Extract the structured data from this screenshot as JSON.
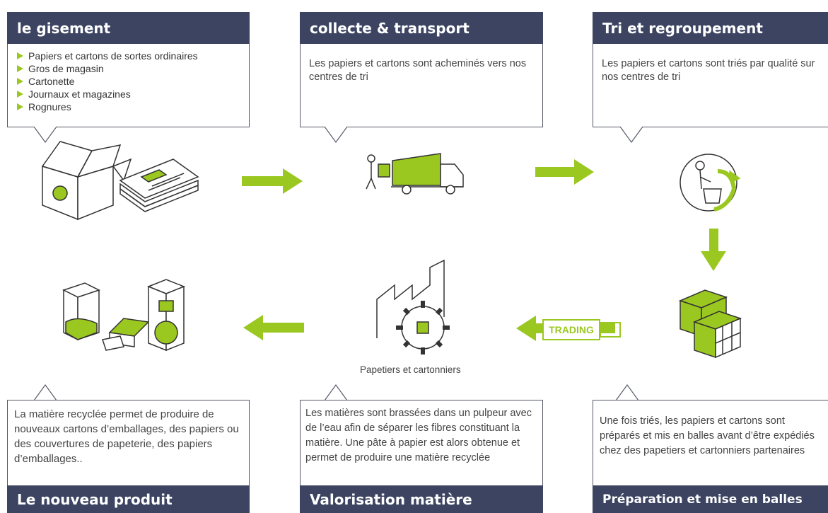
{
  "steps": {
    "gisement": {
      "title": "le gisement",
      "items": [
        "Papiers et cartons de sortes ordinaires",
        "Gros de magasin",
        "Cartonette",
        "Journaux et magazines",
        "Rognures"
      ]
    },
    "collecte": {
      "title": "collecte & transport",
      "description": "Les papiers et cartons sont acheminés vers nos centres de tri"
    },
    "tri": {
      "title": "Tri et regroupement",
      "description": "Les papiers et cartons sont triés par qualité sur nos centres de tri"
    },
    "preparation": {
      "title": "Préparation et mise en balles",
      "description": "Une fois triés, les papiers et cartons sont préparés et mis en balles avant d’être expédiés chez des papetiers et cartonniers partenaires"
    },
    "valorisation": {
      "title": "Valorisation matière",
      "caption": "Papetiers et cartonniers",
      "description": "Les matières sont brassées dans un pulpeur avec de l’eau afin de séparer les fibres constituant la matière. Une pâte à papier est alors obtenue et permet de produire une matière recyclée"
    },
    "nouveau": {
      "title": "Le nouveau produit",
      "description": "La matière recyclée permet de produire de nouveaux cartons d’emballages, des papiers ou des couvertures de papeterie, des papiers d’emballages.."
    }
  },
  "trading_label": "TRADING",
  "colors": {
    "header": "#3c4462",
    "accent": "#9bc820",
    "line": "#555a66"
  }
}
